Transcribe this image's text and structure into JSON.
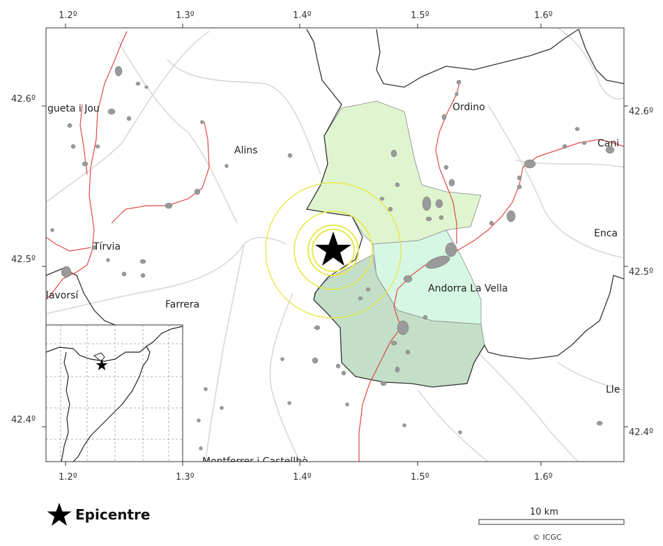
{
  "map": {
    "lon_ticks": [
      "1.2º",
      "1.3º",
      "1.4º",
      "1.5º",
      "1.6º"
    ],
    "lat_ticks": [
      "42.6º",
      "42.5º",
      "42.4º"
    ],
    "places": {
      "gueta_i_jou": "gueta i Jou",
      "ordino": "Ordino",
      "alins": "Alins",
      "cani": "Cani",
      "tirvia": "Tírvia",
      "enca": "Enca",
      "llavorsi": "lavorsí",
      "andorra_la_vella": "Andorra La Vella",
      "farrera": "Farrera",
      "lle": "Lle",
      "montferrer": "Montferrer i Castellbò"
    },
    "colors": {
      "zone_light": "#dff5cf",
      "zone_mint": "#d6f7e4",
      "zone_dark": "#c3dfc8",
      "road": "#e04848",
      "border": "#333333",
      "water": "#9a9a9a",
      "ring": "#e8e84a",
      "minor_line": "#d8d8d8"
    }
  },
  "legend": {
    "epicentre_label": "Epicentre"
  },
  "scale": {
    "label": "10 km"
  },
  "credit": "© ICGC"
}
